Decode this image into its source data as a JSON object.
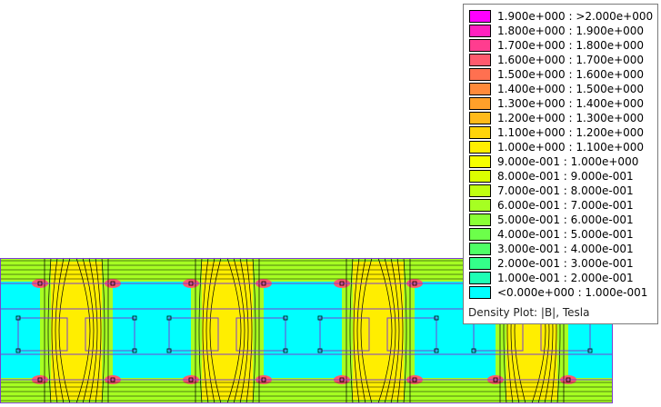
{
  "legend": {
    "title": "Density Plot: |B|, Tesla",
    "items": [
      {
        "label": "1.900e+000 : >2.000e+000",
        "color": "#ff00ff"
      },
      {
        "label": "1.800e+000 : 1.900e+000",
        "color": "#ff1fbf"
      },
      {
        "label": "1.700e+000 : 1.800e+000",
        "color": "#ff3d8f"
      },
      {
        "label": "1.600e+000 : 1.700e+000",
        "color": "#ff5a6e"
      },
      {
        "label": "1.500e+000 : 1.600e+000",
        "color": "#ff7050"
      },
      {
        "label": "1.400e+000 : 1.500e+000",
        "color": "#ff8a3a"
      },
      {
        "label": "1.300e+000 : 1.400e+000",
        "color": "#ffa02a"
      },
      {
        "label": "1.200e+000 : 1.300e+000",
        "color": "#ffba1a"
      },
      {
        "label": "1.100e+000 : 1.200e+000",
        "color": "#ffd40a"
      },
      {
        "label": "1.000e+000 : 1.100e+000",
        "color": "#ffee00"
      },
      {
        "label": "9.000e-001 : 1.000e+000",
        "color": "#f6ff00"
      },
      {
        "label": "8.000e-001 : 9.000e-001",
        "color": "#dcff00"
      },
      {
        "label": "7.000e-001 : 8.000e-001",
        "color": "#c0ff10"
      },
      {
        "label": "6.000e-001 : 7.000e-001",
        "color": "#a6ff22"
      },
      {
        "label": "5.000e-001 : 6.000e-001",
        "color": "#8aff36"
      },
      {
        "label": "4.000e-001 : 5.000e-001",
        "color": "#6cff4a"
      },
      {
        "label": "3.000e-001 : 4.000e-001",
        "color": "#4eff66"
      },
      {
        "label": "2.000e-001 : 3.000e-001",
        "color": "#34ff8a"
      },
      {
        "label": "1.000e-001 : 2.000e-001",
        "color": "#1effb4"
      },
      {
        "label": "<0.000e+000 : 1.000e-001",
        "color": "#00ffff"
      }
    ]
  },
  "colors": {
    "background": "#ffffff",
    "low_field": "#00ffff",
    "mid_field": "#a6ff22",
    "high_field": "#ffee00",
    "peak_field": "#ff5a6e",
    "boundary": "#7a3fd0",
    "contour": "#000000"
  }
}
